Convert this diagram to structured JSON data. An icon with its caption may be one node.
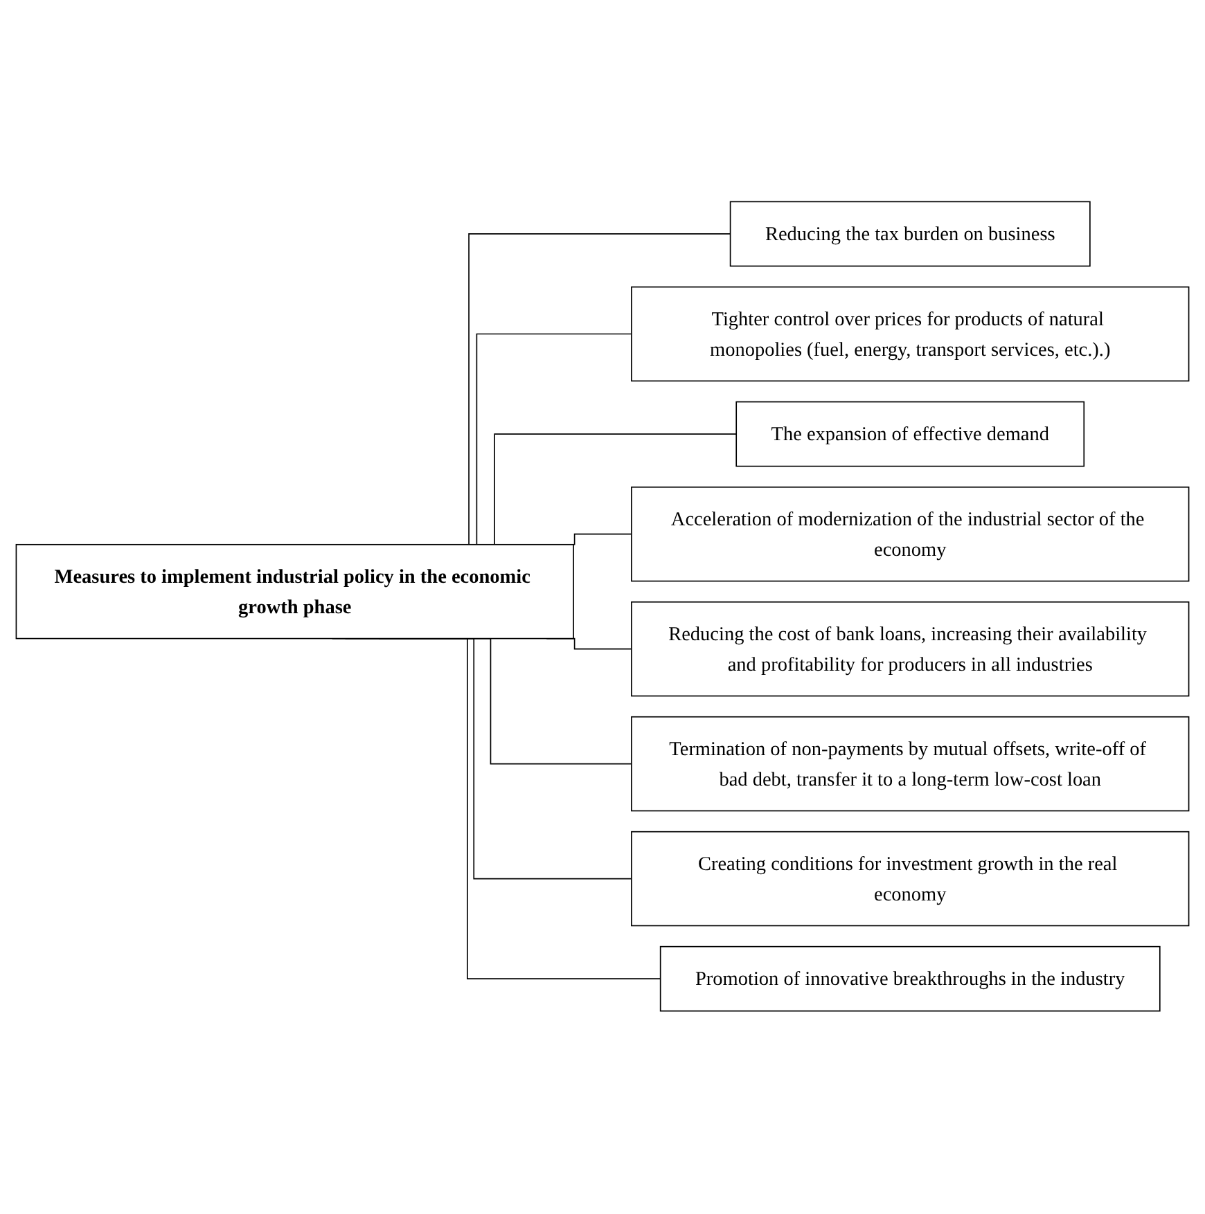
{
  "diagram": {
    "nodes": [
      {
        "text": [
          "Measures to implement industrial policy in the economic growth phase"
        ]
      },
      {
        "text": [
          "Reducing the tax burden on business"
        ]
      },
      {
        "text": [
          "Tighter control over prices for products of natural monopolies (fuel, energy, transport services, etc.).)"
        ]
      },
      {
        "text": [
          "The expansion of effective demand"
        ]
      },
      {
        "text": [
          "Acceleration of modernization of the industrial sector of the economy"
        ]
      },
      {
        "text": [
          "Reducing the cost of bank loans, increasing their availability and profitability for producers in all industries"
        ]
      },
      {
        "text": [
          "Termination of non-payments by mutual offsets, write-off of bad debt, transfer it to a long-term low-cost loan"
        ]
      },
      {
        "text": [
          "Creating conditions for investment growth in the real economy"
        ]
      },
      {
        "text": [
          "Promotion of innovative breakthroughs in the industry"
        ]
      }
    ],
    "edges": [
      {
        "from": 0,
        "to": 1,
        "arrow": "none"
      },
      {
        "from": 0,
        "to": 2,
        "arrow": "none"
      },
      {
        "from": 0,
        "to": 3,
        "arrow": "none"
      },
      {
        "from": 0,
        "to": 4,
        "arrow": "none"
      },
      {
        "from": 0,
        "to": 5,
        "arrow": "none"
      },
      {
        "from": 0,
        "to": 6,
        "arrow": "none"
      },
      {
        "from": 0,
        "to": 7,
        "arrow": "none"
      },
      {
        "from": 0,
        "to": 8,
        "arrow": "none"
      }
    ]
  }
}
